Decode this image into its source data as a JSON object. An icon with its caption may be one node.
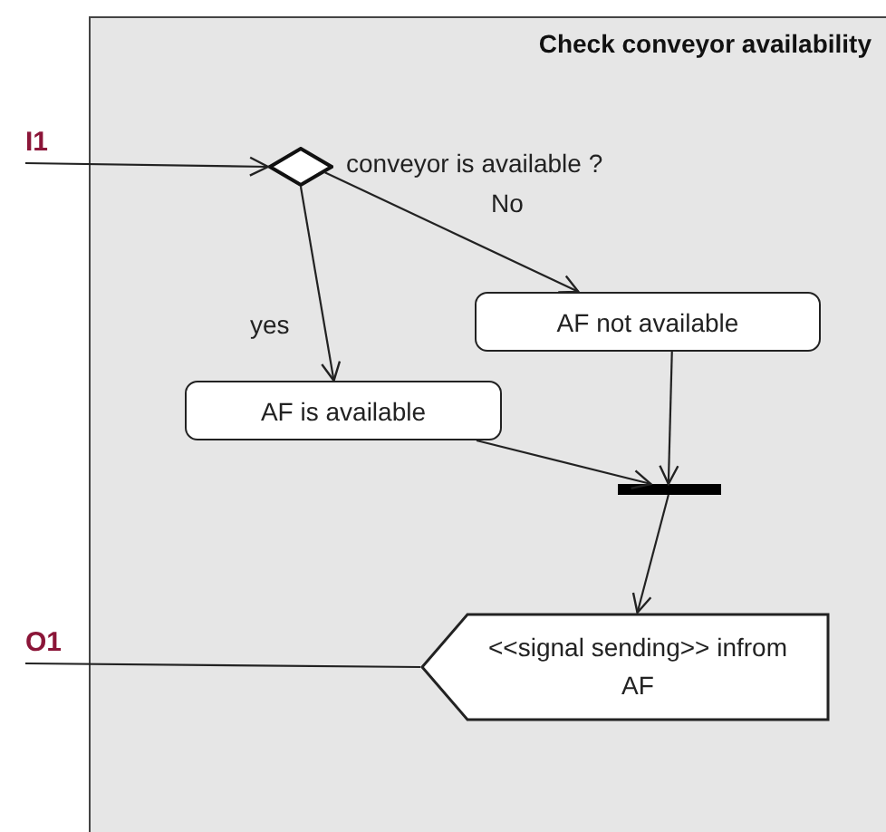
{
  "diagram": {
    "nodes": [
      {
        "text": [
          "Check conveyor availability"
        ]
      },
      {
        "text": [
          "I1"
        ]
      },
      {
        "text": [],
        "shape": "diamond",
        "beside": [
          "conveyor is available ?"
        ],
        "in": 0
      },
      {
        "text": [
          "AF not available"
        ],
        "in": 0
      },
      {
        "text": [
          "AF is available"
        ],
        "in": 0
      },
      {
        "text": [],
        "shape": "bar",
        "in": 0
      },
      {
        "text": [
          "<<signal sending>> infrom AF"
        ],
        "in": 0
      },
      {
        "text": [
          "O1"
        ]
      }
    ],
    "edges": [
      {
        "from": 1,
        "to": 2,
        "arrow": "to"
      },
      {
        "from": 2,
        "to": 3,
        "arrow": "to",
        "label": "No"
      },
      {
        "from": 2,
        "to": 4,
        "arrow": "to",
        "label": "yes"
      },
      {
        "from": 4,
        "to": 5,
        "arrow": "to"
      },
      {
        "from": 3,
        "to": 5,
        "arrow": "to"
      },
      {
        "from": 5,
        "to": 6,
        "arrow": "to"
      },
      {
        "from": 6,
        "to": 7,
        "arrow": "none"
      }
    ]
  }
}
